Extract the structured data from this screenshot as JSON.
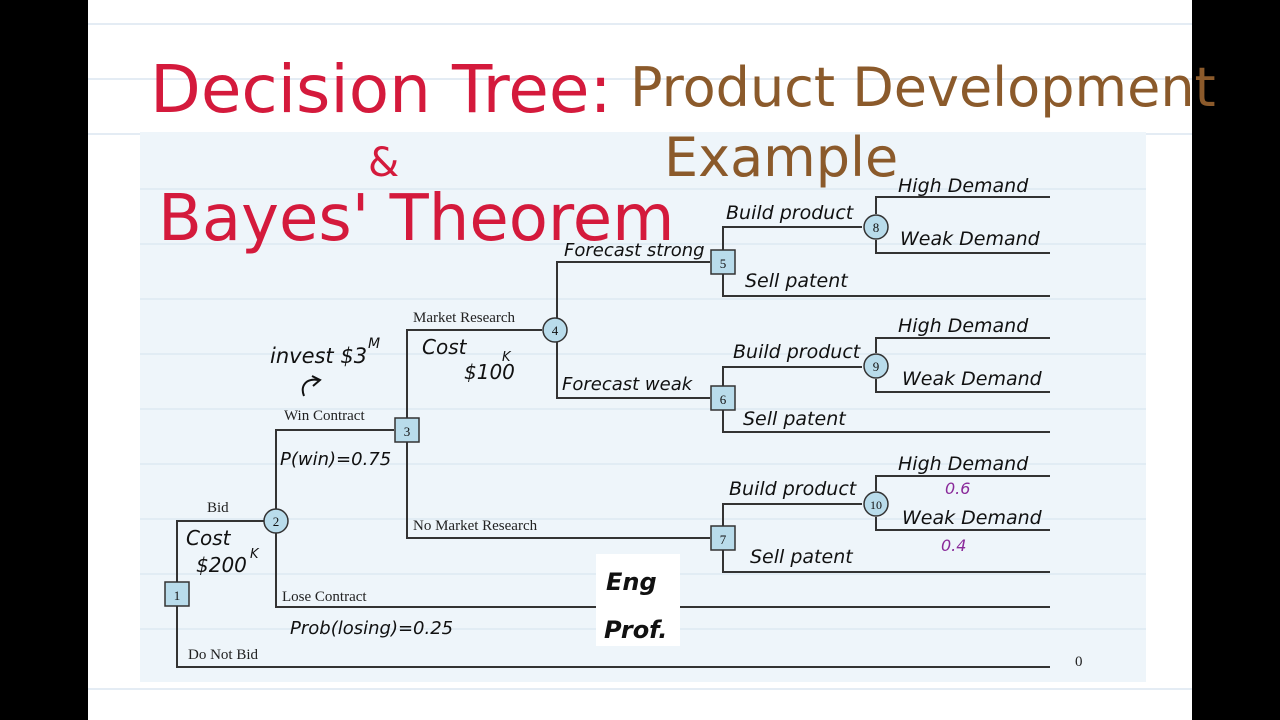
{
  "colors": {
    "title_red": "#d41a3c",
    "title_brown": "#8b5a2b",
    "ink": "#111111",
    "line": "#333333",
    "node_fill": "#b9dceb",
    "panel_bg": "#eef5fa",
    "paper": "#ffffff",
    "ruled": "#c9d9ea",
    "prob_purple": "#8a2a9a"
  },
  "titles": {
    "part1": "Decision Tree:",
    "part2_line1": "Product Development",
    "part2_line2": "Example",
    "ampersand": "&",
    "part3": "Bayes' Theorem"
  },
  "nodes": {
    "n1": "1",
    "n2": "2",
    "n3": "3",
    "n4": "4",
    "n5": "5",
    "n6": "6",
    "n7": "7",
    "n8": "8",
    "n9": "9",
    "n10": "10"
  },
  "branch_labels": {
    "bid": "Bid",
    "do_not_bid": "Do Not Bid",
    "win_contract": "Win Contract",
    "lose_contract": "Lose Contract",
    "market_research": "Market Research",
    "no_market_research": "No Market Research",
    "terminal_zero": "0"
  },
  "handwritten": {
    "cost_bid_1": "Cost",
    "cost_bid_2": "$200",
    "cost_bid_sup": "K",
    "invest": "invest $3",
    "invest_sup": "M",
    "p_win": "P(win)=0.75",
    "p_lose": "Prob(losing)=0.25",
    "cost_mr_1": "Cost",
    "cost_mr_2": "$100",
    "cost_mr_sup": "K",
    "forecast_strong": "Forecast strong",
    "forecast_weak": "Forecast weak",
    "build_product_8": "Build product",
    "build_product_9": "Build product",
    "build_product_10": "Build product",
    "sell_patent_5": "Sell patent",
    "sell_patent_6": "Sell patent",
    "sell_patent_7": "Sell patent",
    "high_8": "High Demand",
    "weak_8": "Weak Demand",
    "high_9": "High Demand",
    "weak_9": "Weak Demand",
    "high_10": "High Demand",
    "weak_10": "Weak Demand",
    "prob_high_10": "0.6",
    "prob_weak_10": "0.4"
  },
  "logo": {
    "line1": "Eng",
    "line2": "Prof."
  }
}
